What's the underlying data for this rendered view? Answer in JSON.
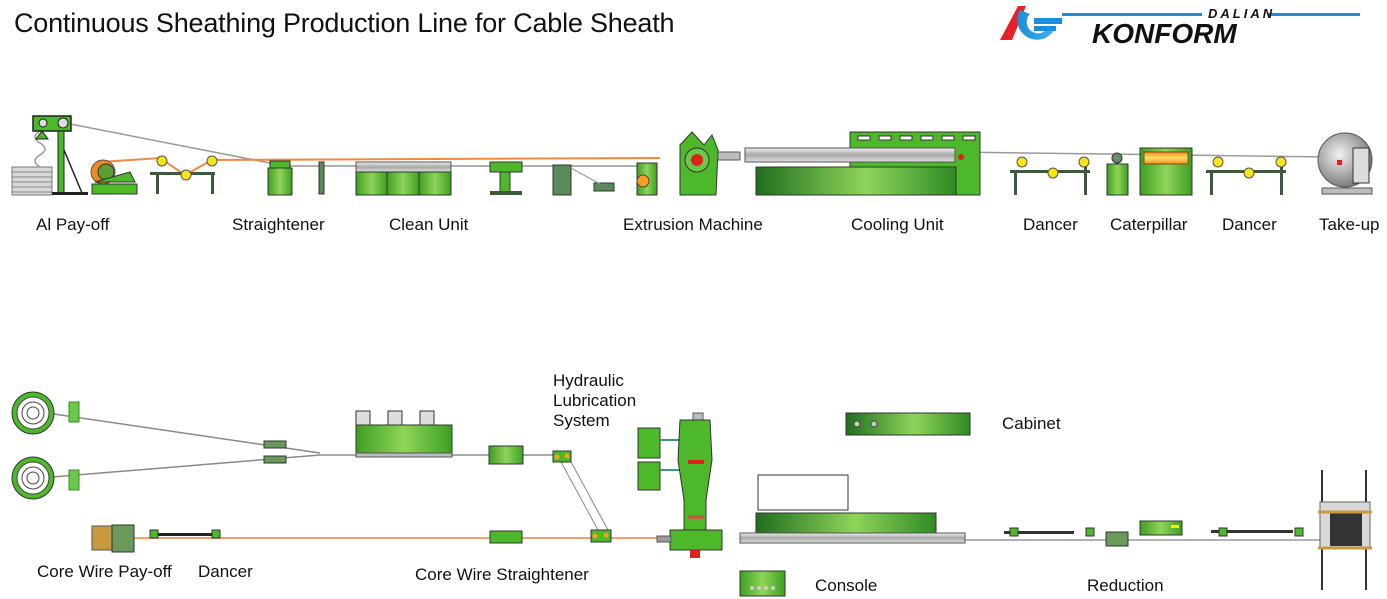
{
  "title": "Continuous Sheathing Production Line for Cable Sheath",
  "logo": {
    "brand": "KONFORM",
    "city": "DALIAN",
    "mark": "KF",
    "colors": {
      "red": "#e8202a",
      "blue": "#1b8fd8",
      "black": "#111111"
    }
  },
  "colors": {
    "machine_green": "#4cb82a",
    "machine_light": "#8fd45a",
    "machine_dark": "#2f7d1f",
    "outline": "#3a5a3a",
    "wire_orange": "#f08a40",
    "wire_gray": "#a0a0a0",
    "roller_yellow": "#f5e61a",
    "accent_red": "#e0201a",
    "steel": "#bdbdbd"
  },
  "upper_line": {
    "labels": [
      {
        "id": "al-payoff",
        "text": "Al Pay-off"
      },
      {
        "id": "straightener",
        "text": "Straightener"
      },
      {
        "id": "clean-unit",
        "text": "Clean Unit"
      },
      {
        "id": "extrusion-machine",
        "text": "Extrusion Machine"
      },
      {
        "id": "cooling-unit",
        "text": "Cooling Unit"
      },
      {
        "id": "dancer-1",
        "text": "Dancer"
      },
      {
        "id": "caterpillar",
        "text": "Caterpillar"
      },
      {
        "id": "dancer-2",
        "text": "Dancer"
      },
      {
        "id": "take-up",
        "text": "Take-up"
      }
    ]
  },
  "lower_line": {
    "labels": [
      {
        "id": "core-wire-payoff",
        "text": "Core Wire Pay-off"
      },
      {
        "id": "dancer",
        "text": "Dancer"
      },
      {
        "id": "core-wire-straightener",
        "text": "Core Wire Straightener"
      },
      {
        "id": "hydraulic-lubrication",
        "lines": [
          "Hydraulic",
          "Lubrication",
          "System"
        ]
      },
      {
        "id": "cabinet",
        "text": "Cabinet"
      },
      {
        "id": "console",
        "text": "Console"
      },
      {
        "id": "reduction",
        "text": "Reduction"
      }
    ]
  }
}
